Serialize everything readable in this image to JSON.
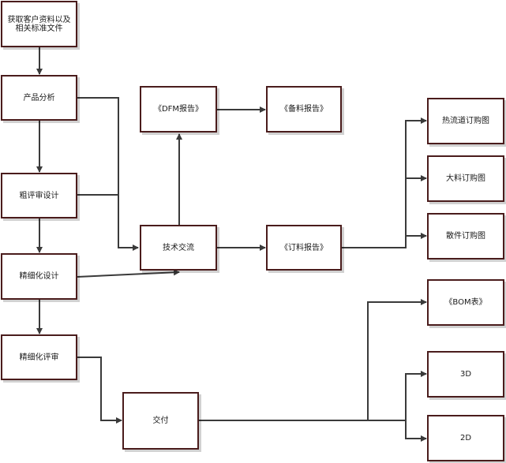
{
  "nodes": {
    "get_customer_data": "获取客户资料以及相关标准文件",
    "product_analysis": "产品分析",
    "rough_review_design": "粗评审设计",
    "refined_design": "精细化设计",
    "refined_review": "精细化评审",
    "delivery": "交付",
    "tech_exchange": "技术交流",
    "dfm_report": "《DFM报告》",
    "stock_report": "《备料报告》",
    "order_report": "《订料报告》",
    "hot_runner_order": "热流道订购图",
    "bulk_material_order": "大料订购图",
    "parts_order": "散件订购图",
    "bom_table": "《BOM表》",
    "output_3d": "3D",
    "output_2d": "2D"
  },
  "colors": {
    "node_border": "#4a1c1c",
    "edge": "#3a3a3a"
  }
}
